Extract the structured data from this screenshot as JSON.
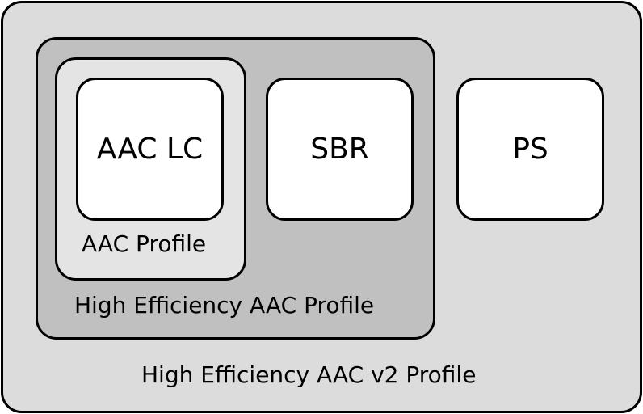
{
  "outer_label": "High Efficiency AAC v2 Profile",
  "he_label": "High Efficiency AAC Profile",
  "aac_label": "AAC Profile",
  "blocks": {
    "aac_lc": "AAC LC",
    "sbr": "SBR",
    "ps": "PS"
  }
}
